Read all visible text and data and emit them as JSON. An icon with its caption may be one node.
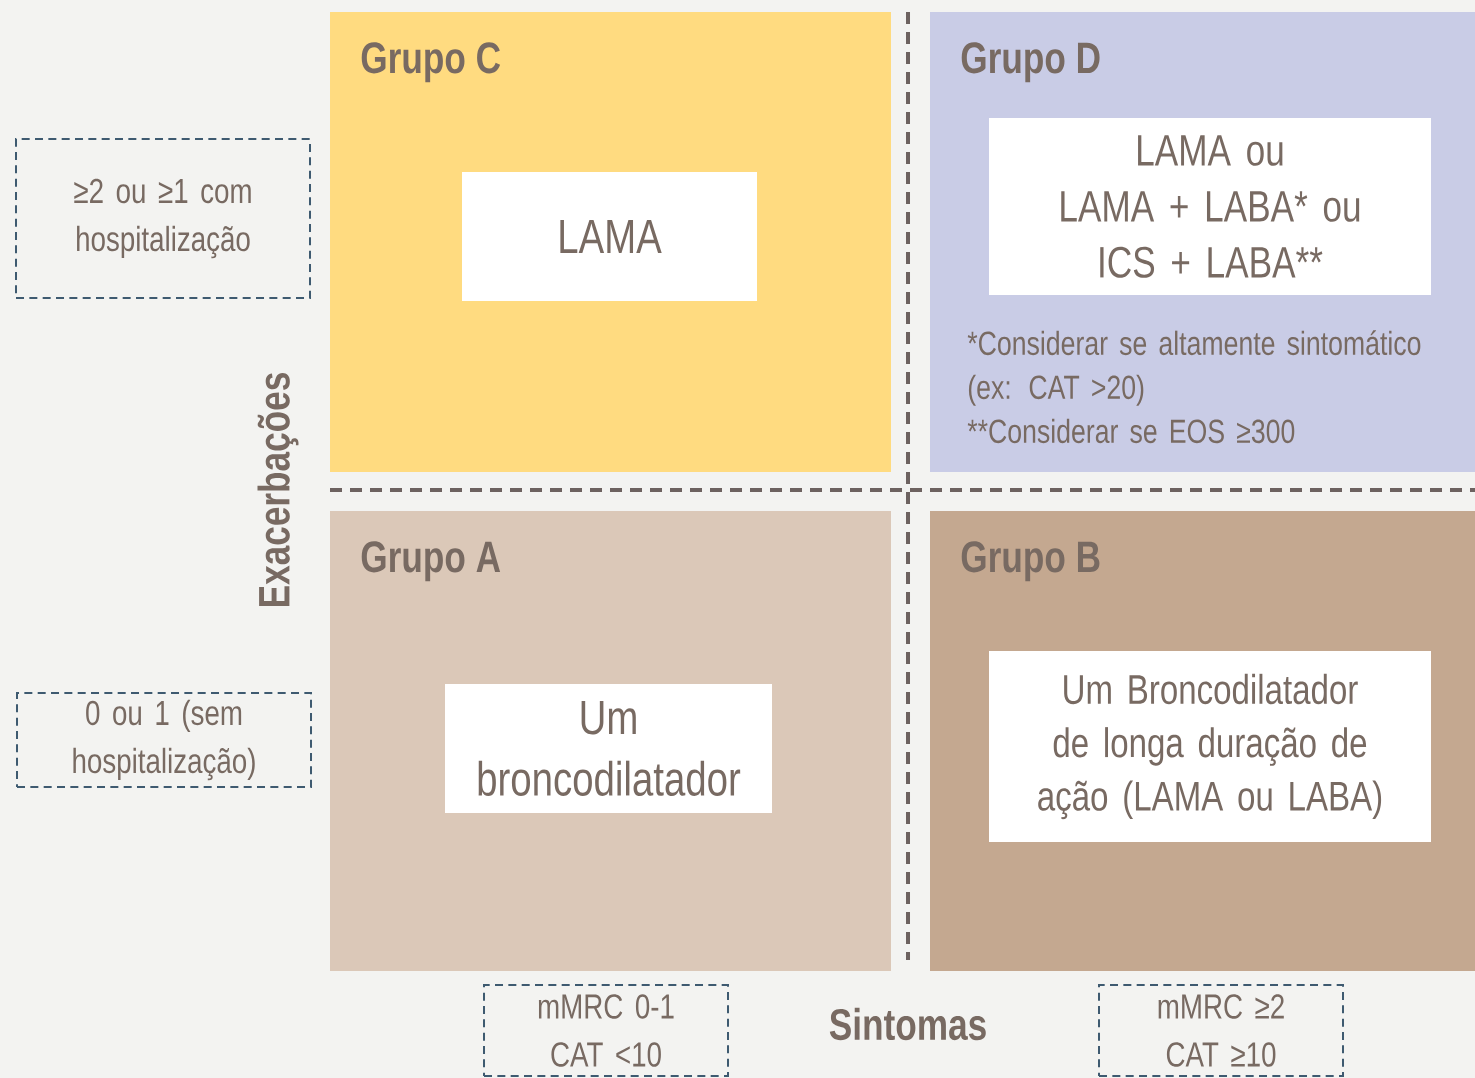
{
  "diagram": {
    "nodes": [
      {
        "text": [
          "Grupo C"
        ]
      },
      {
        "text": [
          "LAMA"
        ],
        "in": 0
      },
      {
        "text": [
          "Grupo D",
          "*Considerar se altamente sintomático (ex: CAT >20)",
          "**Considerar se EOS ≥300"
        ]
      },
      {
        "text": [
          "LAMA ou",
          "LAMA + LABA* ou",
          "ICS + LABA**"
        ],
        "in": 2
      },
      {
        "text": [
          "Grupo A"
        ]
      },
      {
        "text": [
          "Um broncodilatador"
        ],
        "in": 4
      },
      {
        "text": [
          "Grupo B"
        ]
      },
      {
        "text": [
          "Um Broncodilatador de longa duração de ação (LAMA ou LABA)"
        ],
        "in": 6
      },
      {
        "text": [
          "≥2 ou ≥1 com hospitalização"
        ]
      },
      {
        "text": [
          "0 ou 1 (sem hospitalização)"
        ]
      },
      {
        "text": [
          "mMRC 0-1 CAT <10"
        ]
      },
      {
        "text": [
          "mMRC ≥2 CAT ≥10"
        ]
      }
    ],
    "labels": [
      "Exacerbações",
      "Sintomas"
    ]
  }
}
